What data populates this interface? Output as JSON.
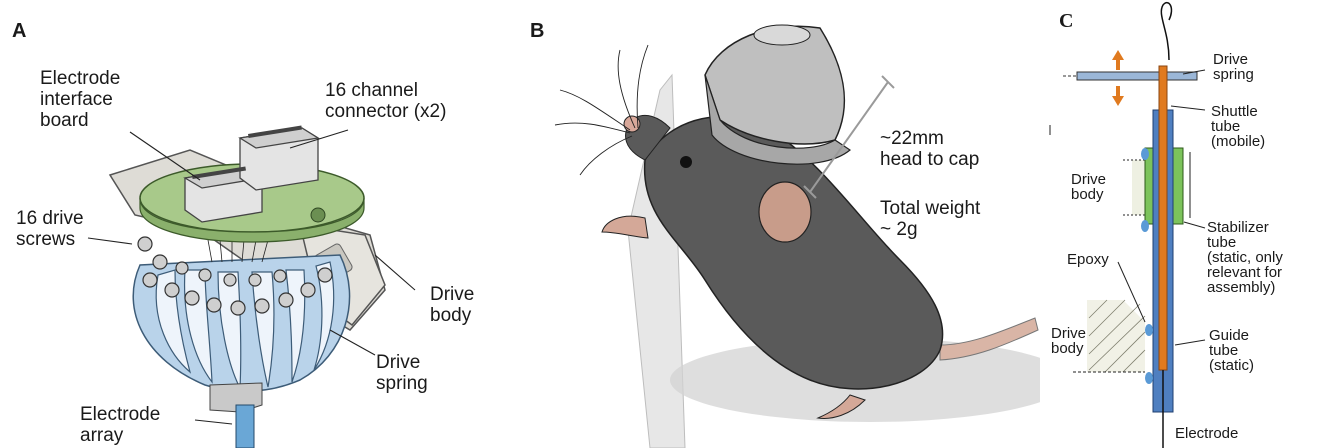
{
  "panels": {
    "a": {
      "letter": "A",
      "labels": {
        "electrode_interface_board": "Electrode\ninterface\nboard",
        "connector": "16 channel\nconnector (x2)",
        "drive_screws": "16 drive\nscrews",
        "drive_body": "Drive\nbody",
        "drive_spring": "Drive\nspring",
        "electrode_array": "Electrode\narray"
      }
    },
    "b": {
      "letter": "B",
      "labels": {
        "head_to_cap": "~22mm\nhead to cap",
        "total_weight": "Total weight\n~ 2g"
      }
    },
    "c": {
      "letter": "C",
      "labels": {
        "drive_spring": "Drive\nspring",
        "shuttle_tube": "Shuttle\ntube\n(mobile)",
        "drive_body_top": "Drive\nbody",
        "stabilizer_tube": "Stabilizer\ntube\n(static, only\nrelevant for\nassembly)",
        "epoxy": "Epoxy",
        "drive_body_bottom": "Drive\nbody",
        "guide_tube": "Guide\ntube\n(static)",
        "electrode": "Electrode"
      }
    }
  },
  "colors": {
    "spring_blue": "#b9d3ea",
    "board_green": "#a8c98a",
    "mouse_gray": "#5a5a5a",
    "shuttle_orange": "#e07a1f",
    "guide_blue": "#4f7fc0",
    "stabilizer_green": "#7cc35b"
  }
}
